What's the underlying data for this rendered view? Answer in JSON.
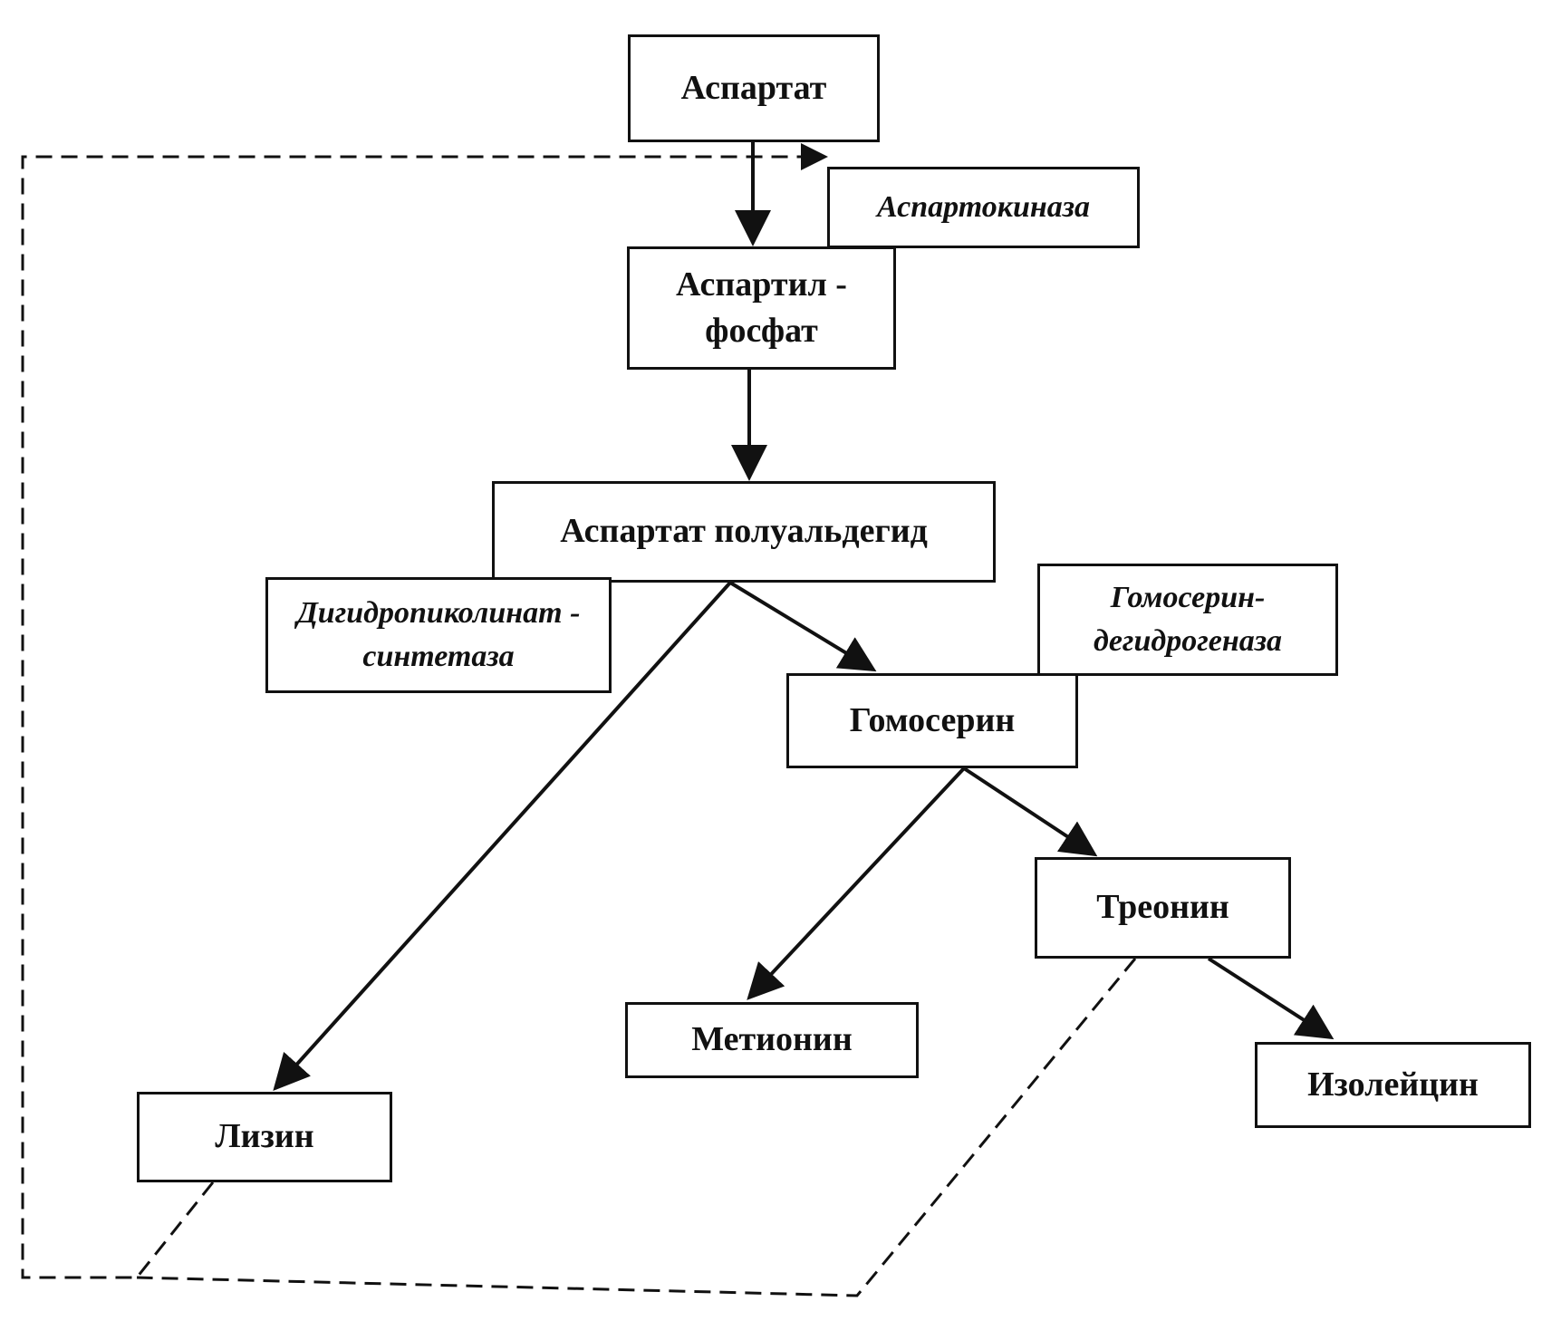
{
  "diagram": {
    "metabolites": {
      "aspartate": "Аспартат",
      "aspartyl_phosphate_1": "Аспартил -",
      "aspartyl_phosphate_2": "фосфат",
      "aspartate_semialdehyde": "Аспартат полуальдегид",
      "homoserine": "Гомосерин",
      "threonine": "Треонин",
      "methionine": "Метионин",
      "lysine": "Лизин",
      "isoleucine": "Изолейцин"
    },
    "enzymes": {
      "aspartokinase": "Аспартокиназа",
      "dhps_1": "Дигидропиколинат -",
      "dhps_2": "синтетаза",
      "hsd_1": "Гомосерин-",
      "hsd_2": "дегидрогеназа"
    }
  }
}
